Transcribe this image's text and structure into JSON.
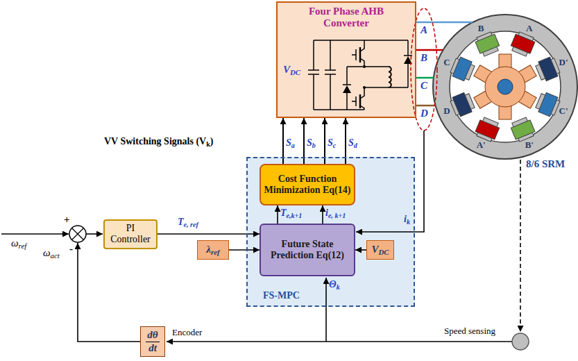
{
  "diagram": {
    "nodes": [
      {
        "text": [
          "Four Phase AHB Converter",
          "V",
          "DC"
        ]
      },
      {
        "text": [
          "FS-MPC"
        ]
      },
      {
        "text": [
          "Cost Function Minimization Eq(14)"
        ],
        "in": 1
      },
      {
        "text": [
          "Future State Prediction Eq(12)"
        ],
        "in": 1
      },
      {
        "text": [
          "PI Controller"
        ]
      },
      {
        "text": [
          "λ",
          "ref"
        ]
      },
      {
        "text": [
          "V",
          "DC"
        ],
        "in": 1
      },
      {
        "text": [
          "dθ",
          "dt"
        ]
      }
    ],
    "edges": [
      {
        "from": 3,
        "to": 2,
        "arrow": "to"
      },
      {
        "from": 3,
        "to": 2,
        "arrow": "to"
      },
      {
        "from": 2,
        "to": 0,
        "arrow": "to"
      },
      {
        "from": 2,
        "to": 0,
        "arrow": "to"
      },
      {
        "from": 2,
        "to": 0,
        "arrow": "to"
      },
      {
        "from": 2,
        "to": 0,
        "arrow": "to"
      },
      {
        "from": 4,
        "to": 3,
        "arrow": "to"
      },
      {
        "from": 5,
        "to": 3,
        "arrow": "to"
      },
      {
        "from": 6,
        "to": 3,
        "arrow": "to"
      }
    ],
    "labels": [
      "VV Switching Signals (V",
      "k",
      ")",
      "A",
      "B",
      "C",
      "D",
      "B",
      "A",
      "C",
      "D'",
      "D",
      "C'",
      "A'",
      "B'",
      "8/6 SRM",
      "S",
      "a",
      "S",
      "b",
      "S",
      "c",
      "S",
      "d",
      "T",
      "e,k+1",
      "i",
      "e, k+1",
      "i",
      "k",
      "T",
      "e, ref",
      "ω",
      "ref",
      "+",
      "-",
      "ω",
      "act",
      "Θ",
      "k",
      "Encoder",
      "Speed sensing"
    ]
  }
}
